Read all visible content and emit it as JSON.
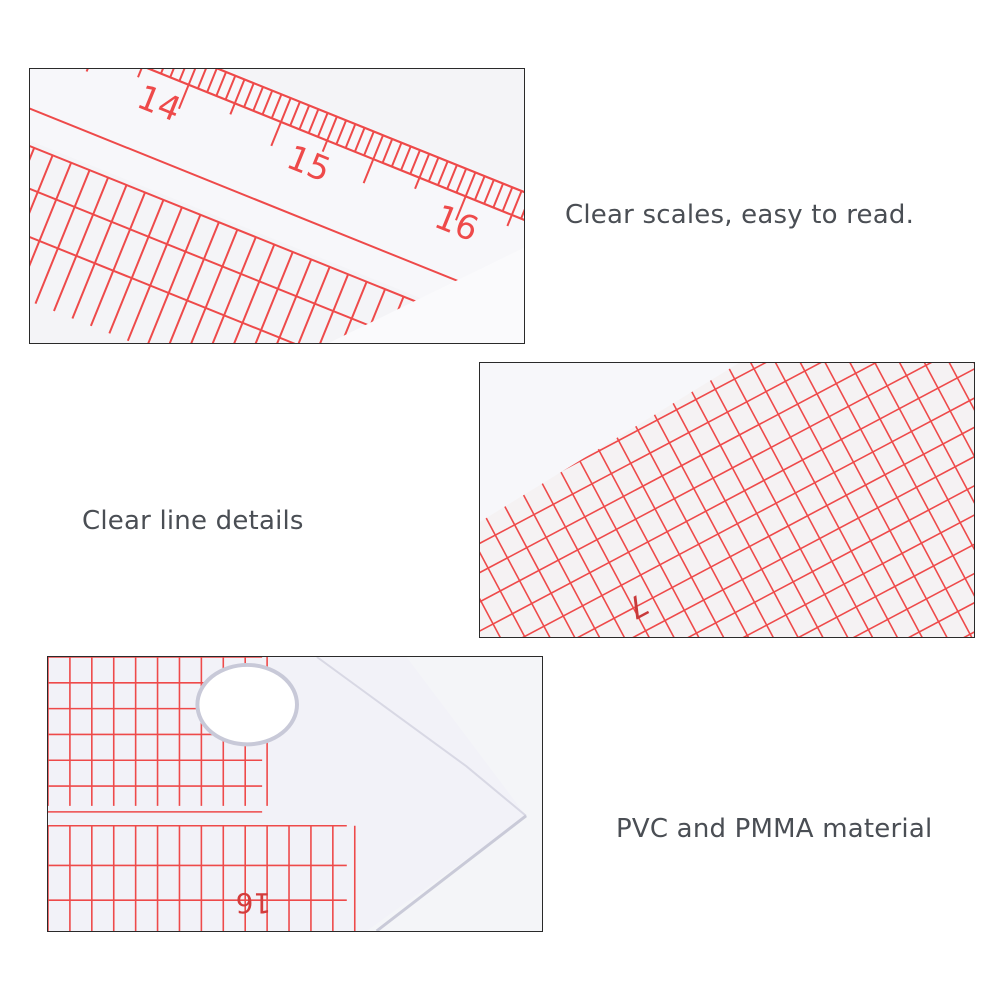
{
  "captions": {
    "scales": "Clear scales, easy to read.",
    "lines": "Clear line details",
    "material": "PVC and PMMA material"
  },
  "ruler_numbers": {
    "n14": "14",
    "n15": "15",
    "n16": "16",
    "n7": "7",
    "n16b": "16"
  },
  "colors": {
    "grid_red": "#ee4a4a",
    "ruler_plastic": "#f0f0f4",
    "caption_text": "#4a4e54"
  }
}
